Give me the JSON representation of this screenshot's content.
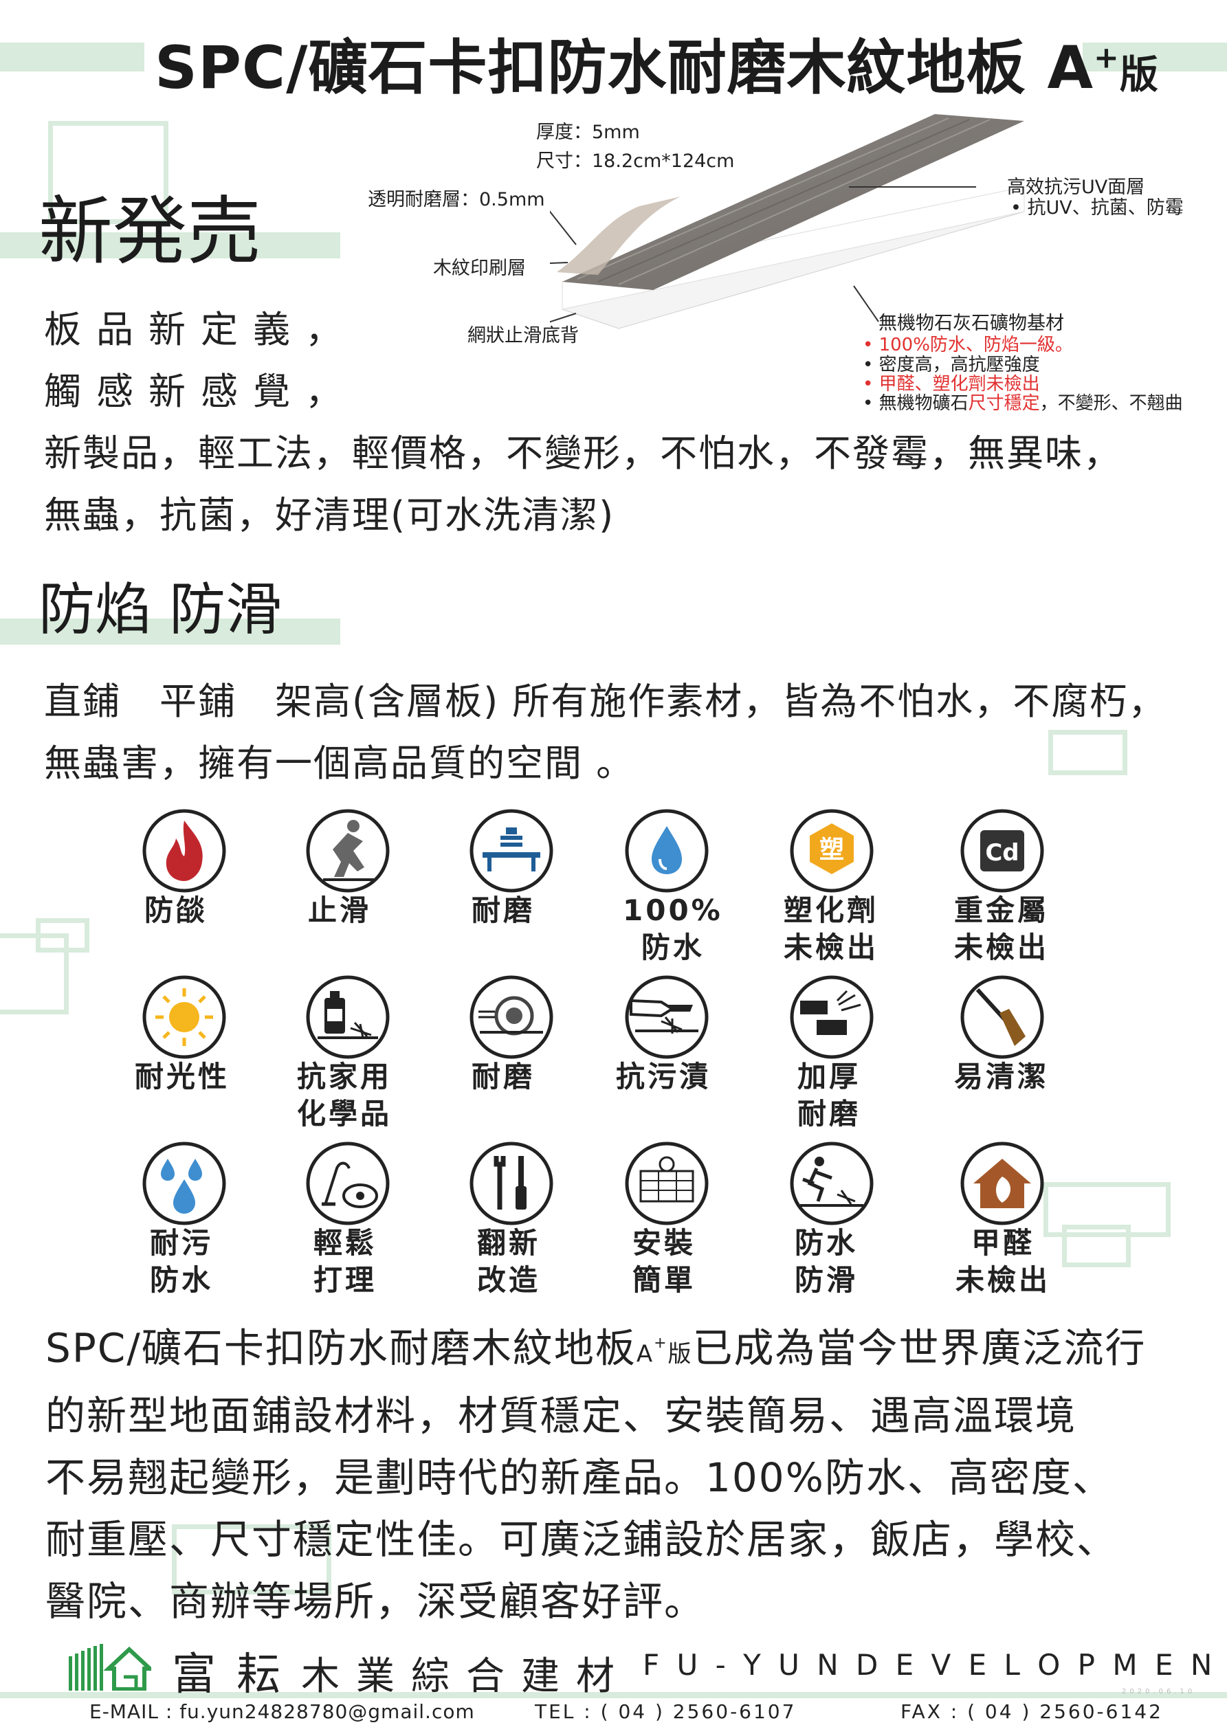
{
  "title": {
    "main": "SPC/礦石卡扣防水耐磨木紋地板",
    "a": "A",
    "plus": "+",
    "ban": "版"
  },
  "new_release": "新発売",
  "specs": {
    "thickness": "厚度：5mm",
    "size": "尺寸：18.2cm*124cm"
  },
  "layers": {
    "wear": "透明耐磨層：0.5mm",
    "print": "木紋印刷層",
    "mesh": "網狀止滑底背",
    "uv_title": "高效抗污UV面層",
    "uv_sub": "• 抗UV、抗菌、防霉",
    "base_title": "無機物石灰石礦物基材",
    "b1": "• 100%防水、防焰一級。",
    "b2": "• 密度高，高抗壓強度",
    "b3": "• 甲醛、塑化劑未檢出",
    "b4a": "• 無機物礦石",
    "b4b": "尺寸穩定",
    "b4c": "，不變形、不翹曲"
  },
  "intro": {
    "l1": "板品新定義，",
    "l2": "觸感新感覺，",
    "l3": "新製品，輕工法，輕價格，不變形，不怕水，不發霉，無異味，",
    "l4": "無蟲，抗菌，好清理(可水洗清潔)"
  },
  "section2": "防焰 防滑",
  "install": {
    "l1": "直鋪　平鋪　架高(含層板) 所有施作素材，皆為不怕水，不腐朽，",
    "l2": "無蟲害，擁有一個高品質的空間 。"
  },
  "features": [
    {
      "l1": "防燄",
      "l2": ""
    },
    {
      "l1": "止滑",
      "l2": ""
    },
    {
      "l1": "耐磨",
      "l2": ""
    },
    {
      "l1": "100%",
      "l2": "防水"
    },
    {
      "l1": "塑化劑",
      "l2": "未檢出",
      "glyph": "塑"
    },
    {
      "l1": "重金屬",
      "l2": "未檢出",
      "glyph": "Cd"
    },
    {
      "l1": "耐光性",
      "l2": ""
    },
    {
      "l1": "抗家用",
      "l2": "化學品"
    },
    {
      "l1": "耐磨",
      "l2": ""
    },
    {
      "l1": "抗污漬",
      "l2": ""
    },
    {
      "l1": "加厚",
      "l2": "耐磨"
    },
    {
      "l1": "易清潔",
      "l2": ""
    },
    {
      "l1": "耐污",
      "l2": "防水"
    },
    {
      "l1": "輕鬆",
      "l2": "打理"
    },
    {
      "l1": "翻新",
      "l2": "改造"
    },
    {
      "l1": "安裝",
      "l2": "簡單"
    },
    {
      "l1": "防水",
      "l2": "防滑"
    },
    {
      "l1": "甲醛",
      "l2": "未檢出"
    }
  ],
  "summary": {
    "l1a": "SPC/礦石卡扣防水耐磨木紋地板",
    "l1b": "A",
    "l1c": "+",
    "l1d": "版",
    "l1e": "已成為當今世界廣泛流行",
    "l2": "的新型地面鋪設材料，材質穩定、安裝簡易、遇高溫環境",
    "l3": "不易翹起變形，是劃時代的新產品。100%防水、高密度、",
    "l4": "耐重壓、尺寸穩定性佳。可廣泛鋪設於居家，飯店，學校、",
    "l5": "醫院、商辦等場所，深受顧客好評。"
  },
  "footer": {
    "company": "富耘",
    "company2": "木業綜合建材",
    "en": "F U - Y U N  D E V E L O P M E N T",
    "email": "E-MAIL : fu.yun24828780@gmail.com",
    "tel": "TEL : ( 04 ) 2560-6107",
    "fax": "FAX : ( 04 ) 2560-6142",
    "date": "2020.06.10"
  },
  "colors": {
    "accent_green": "#d8ebdc",
    "red": "#e23030",
    "icon_blue": "#1f5d96"
  }
}
